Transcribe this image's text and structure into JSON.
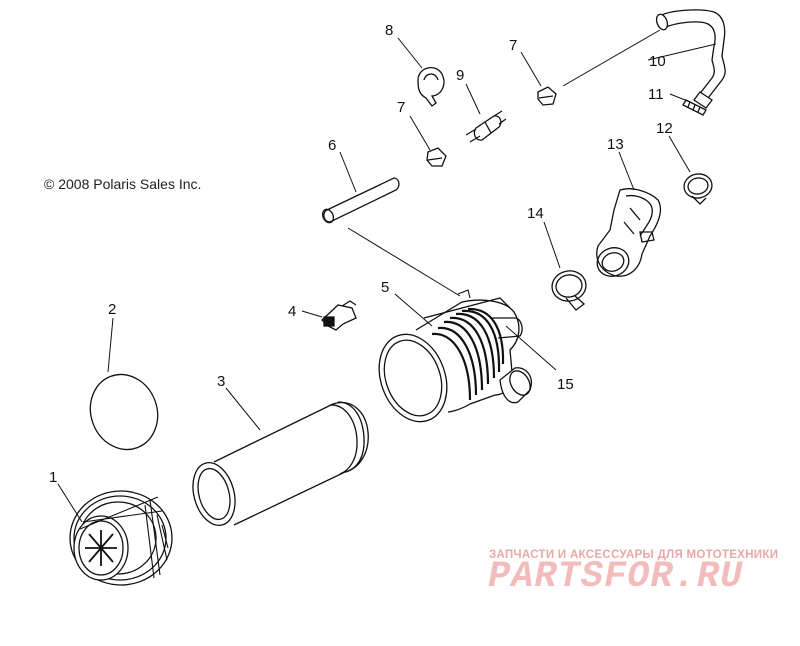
{
  "diagram": {
    "copyright": "© 2008 Polaris Sales Inc.",
    "callouts": [
      "1",
      "2",
      "3",
      "4",
      "5",
      "6",
      "7",
      "7",
      "8",
      "9",
      "10",
      "11",
      "12",
      "13",
      "14",
      "15"
    ],
    "watermark": {
      "tagline": "ЗАПЧАСТИ И АКСЕССУАРЫ ДЛЯ МОТОТЕХНИКИ",
      "brand": "PARTSFOR.RU"
    },
    "colors": {
      "line": "#111111",
      "watermark": "#e9a3a3"
    }
  }
}
